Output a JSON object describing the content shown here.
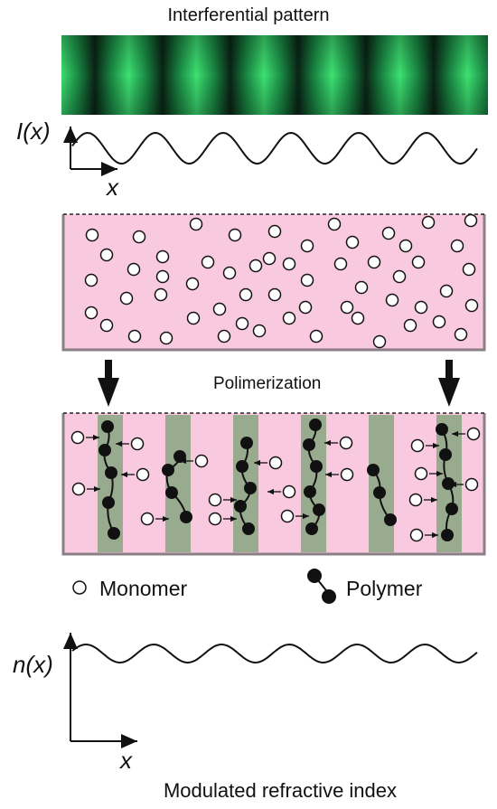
{
  "header": {
    "title": "Interferential pattern"
  },
  "intensity_plot": {
    "y_label": "I(x)",
    "x_label": "x"
  },
  "process": {
    "label": "Polimerization"
  },
  "legend": {
    "monomer": "Monomer",
    "polymer": "Polymer"
  },
  "index_plot": {
    "y_label": "n(x)",
    "x_label": "x"
  },
  "footer": {
    "caption": "Modulated refractive index"
  },
  "colors": {
    "fringe_bright": "#39d96a",
    "fringe_dark": "#103a22",
    "medium_pink": "#f9c9df",
    "polymer_band": "#98ab8e",
    "frame": "#8a7f84",
    "ink": "#111111"
  }
}
